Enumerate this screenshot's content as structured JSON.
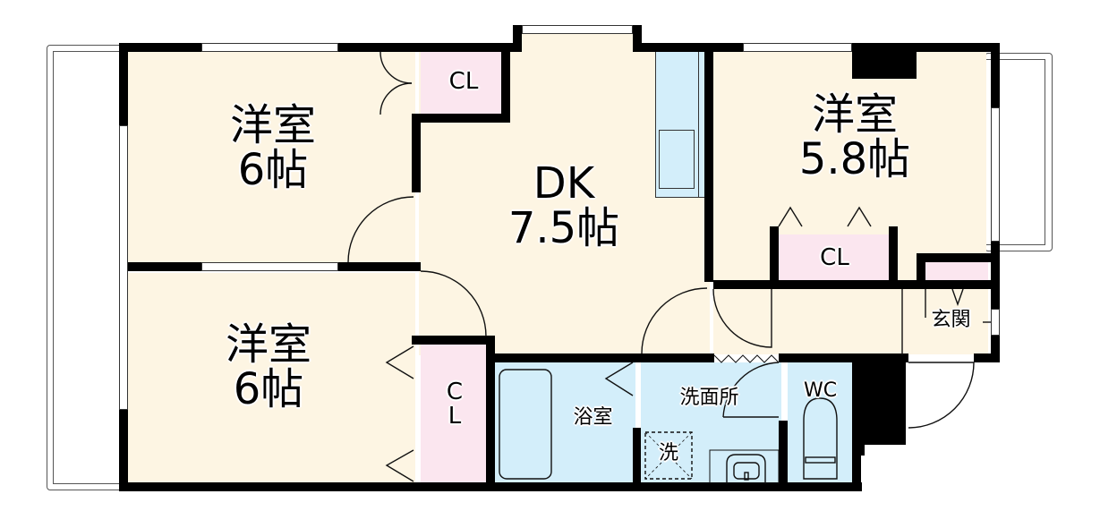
{
  "floor_plan": {
    "rooms": {
      "western_room_top_left": {
        "name": "洋室",
        "size": "6帖"
      },
      "western_room_bottom_left": {
        "name": "洋室",
        "size": "6帖"
      },
      "dining_kitchen": {
        "name": "DK",
        "size": "7.5帖"
      },
      "western_room_right": {
        "name": "洋室",
        "size": "5.8帖"
      },
      "closet_top": {
        "name": "CL"
      },
      "closet_bottom": {
        "name_line1": "C",
        "name_line2": "L"
      },
      "closet_right": {
        "name": "CL"
      },
      "bathroom": {
        "name": "浴室"
      },
      "washroom": {
        "name": "洗面所"
      },
      "washer_space": {
        "name": "洗"
      },
      "toilet": {
        "name": "WC"
      },
      "entrance": {
        "name": "玄関"
      }
    },
    "colors": {
      "wall": "#000000",
      "living_floor": "#fdf5e3",
      "closet_floor": "#fbe6ef",
      "wet_area_floor": "#d3eefa"
    }
  }
}
